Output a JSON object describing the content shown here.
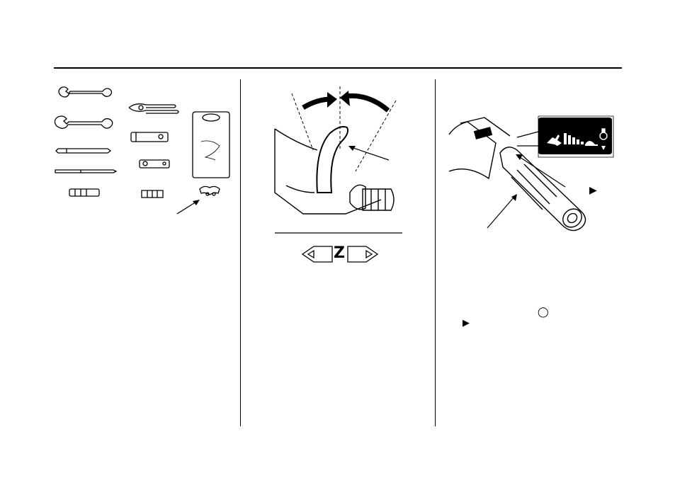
{
  "symbols": {
    "symbol_z": "Z",
    "arrow_right": "▶",
    "choke_symbol": "◯"
  },
  "icons": {
    "throttle_marks": [
      "rabbit-icon",
      "speed-bars-icon",
      "turtle-icon",
      "choke-icon"
    ],
    "tools": [
      "open-end-wrench-small",
      "open-end-wrench-large",
      "screwdriver-handle-bar",
      "screwdriver-bit",
      "screwdriver-grip",
      "pliers",
      "spark-plug-wrench-large",
      "spark-plug-wrench-small",
      "fuse-puller",
      "fuse-puller-tool",
      "tool-bag"
    ]
  }
}
